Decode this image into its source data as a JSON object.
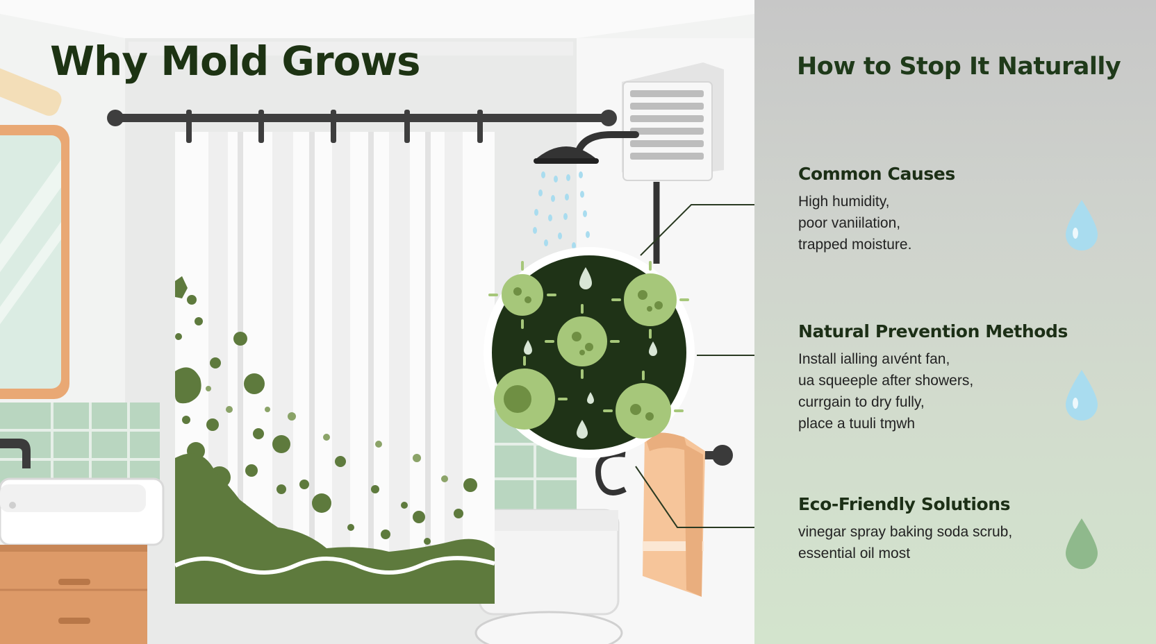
{
  "title_left": "Why Mold Grows",
  "title_right": "How to Stop It Naturally",
  "sections": [
    {
      "heading": "Common Causes",
      "lines": [
        "High humidity,",
        "poor vaniilation,",
        "trapped moisture."
      ],
      "drop_color": "#a9dcef"
    },
    {
      "heading": "Natural Prevention Methods",
      "lines": [
        "Install ialling aıvént fan,",
        "ua squeeple after showers,",
        "currgain to dry fully,",
        "place a tuuli tɱwh"
      ],
      "drop_color": "#a9dcef"
    },
    {
      "heading": "Eco-Friendly Solutions",
      "lines": [
        "vinegar spray baking soda scrub,",
        "essential oil most"
      ],
      "drop_color": "#8fb98c"
    }
  ],
  "colors": {
    "title": "#1d3313",
    "mold": "#5e7a3d",
    "mold_dark": "#1f3317",
    "spore": "#a6c77a",
    "towel": "#f6c59a",
    "tile": "#b7d6be",
    "water": "#a9dcef"
  }
}
